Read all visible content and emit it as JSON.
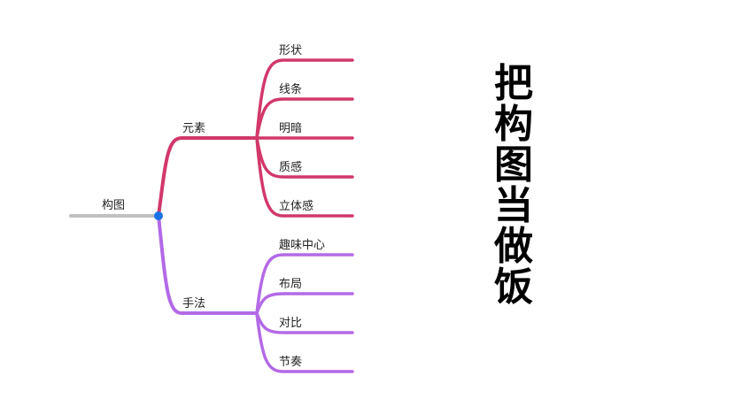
{
  "colors": {
    "root_line": "#c0c0c0",
    "root_dot": "#1a73e8",
    "branch_elements": "#d2386a",
    "branch_methods": "#b36ae6"
  },
  "mindmap": {
    "root": {
      "label": "构图"
    },
    "branches": [
      {
        "label": "元素",
        "color_key": "branch_elements",
        "children": [
          "形状",
          "线条",
          "明暗",
          "质感",
          "立体感"
        ]
      },
      {
        "label": "手法",
        "color_key": "branch_methods",
        "children": [
          "趣味中心",
          "布局",
          "对比",
          "节奏"
        ]
      }
    ]
  },
  "title": {
    "chars": [
      "把",
      "构",
      "图",
      "当",
      "做",
      "饭"
    ]
  }
}
